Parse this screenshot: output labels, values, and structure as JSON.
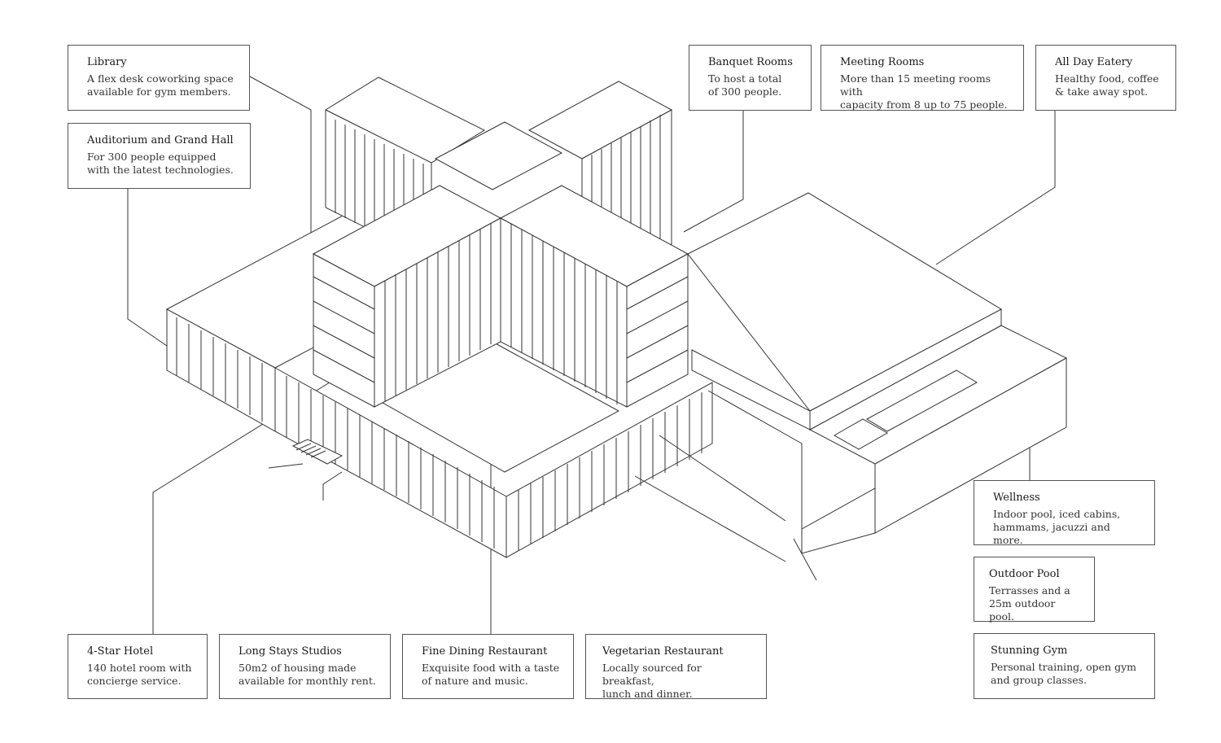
{
  "callouts": {
    "library": {
      "title": "Library",
      "text": "A flex desk coworking space\navailable for gym members."
    },
    "auditorium": {
      "title": "Auditorium and Grand Hall",
      "text": "For 300 people equipped\nwith the latest technologies."
    },
    "banquet": {
      "title": "Banquet Rooms",
      "text": "To host a total\nof 300 people."
    },
    "meeting": {
      "title": "Meeting Rooms",
      "text": "More than 15 meeting rooms with\ncapacity from 8 up to 75 people."
    },
    "eatery": {
      "title": "All Day Eatery",
      "text": "Healthy food, coffee\n& take away spot."
    },
    "wellness": {
      "title": "Wellness",
      "text": "Indoor pool, iced cabins,\nhammams, jacuzzi and more."
    },
    "outdoor_pool": {
      "title": "Outdoor Pool",
      "text": "Terrasses and a\n25m outdoor pool."
    },
    "gym": {
      "title": "Stunning Gym",
      "text": "Personal training, open gym\nand group classes."
    },
    "hotel": {
      "title": "4-Star Hotel",
      "text": "140 hotel room with\nconcierge service."
    },
    "long_stays": {
      "title": "Long Stays Studios",
      "text": "50m2 of housing made\navailable for monthly rent."
    },
    "fine_dining": {
      "title": "Fine Dining Restaurant",
      "text": "Exquisite food with a taste\nof nature and music."
    },
    "vegetarian": {
      "title": "Vegetarian Restaurant",
      "text": "Locally sourced for breakfast,\nlunch and dinner."
    }
  },
  "colors": {
    "line": "#333333",
    "box_border": "#555555",
    "background": "#ffffff"
  }
}
